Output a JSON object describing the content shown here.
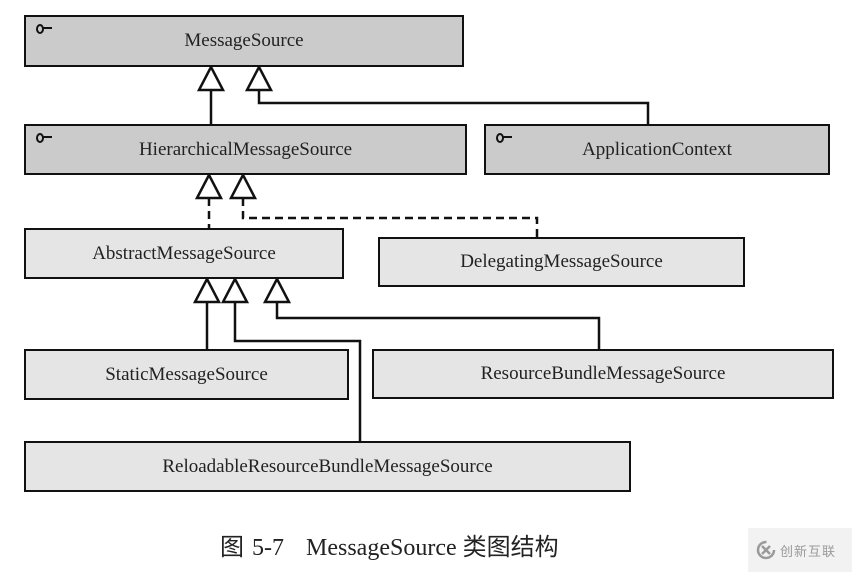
{
  "diagram": {
    "type": "uml-class-diagram",
    "nodes": [
      {
        "id": "MessageSource",
        "label": "MessageSource",
        "kind": "interface"
      },
      {
        "id": "HierarchicalMessageSource",
        "label": "HierarchicalMessageSource",
        "kind": "interface"
      },
      {
        "id": "ApplicationContext",
        "label": "ApplicationContext",
        "kind": "interface"
      },
      {
        "id": "AbstractMessageSource",
        "label": "AbstractMessageSource",
        "kind": "class"
      },
      {
        "id": "DelegatingMessageSource",
        "label": "DelegatingMessageSource",
        "kind": "class"
      },
      {
        "id": "StaticMessageSource",
        "label": "StaticMessageSource",
        "kind": "class"
      },
      {
        "id": "ResourceBundleMessageSource",
        "label": "ResourceBundleMessageSource",
        "kind": "class"
      },
      {
        "id": "ReloadableResourceBundleMessageSource",
        "label": "ReloadableResourceBundleMessageSource",
        "kind": "class"
      }
    ],
    "edges": [
      {
        "from": "HierarchicalMessageSource",
        "to": "MessageSource",
        "relation": "generalization",
        "style": "solid"
      },
      {
        "from": "ApplicationContext",
        "to": "MessageSource",
        "relation": "generalization",
        "style": "solid"
      },
      {
        "from": "AbstractMessageSource",
        "to": "HierarchicalMessageSource",
        "relation": "realization",
        "style": "dashed"
      },
      {
        "from": "DelegatingMessageSource",
        "to": "HierarchicalMessageSource",
        "relation": "realization",
        "style": "dashed"
      },
      {
        "from": "StaticMessageSource",
        "to": "AbstractMessageSource",
        "relation": "generalization",
        "style": "solid"
      },
      {
        "from": "ReloadableResourceBundleMessageSource",
        "to": "AbstractMessageSource",
        "relation": "generalization",
        "style": "solid"
      },
      {
        "from": "ResourceBundleMessageSource",
        "to": "AbstractMessageSource",
        "relation": "generalization",
        "style": "solid"
      }
    ],
    "interface_icon": "key-icon",
    "colors": {
      "interface_fill": "#cbcbcb",
      "class_fill": "#e5e5e5",
      "border": "#111111"
    }
  },
  "caption": {
    "prefix": "图",
    "number": "5-7",
    "text": "MessageSource 类图结构"
  },
  "watermark": {
    "logo_icon": "cx-logo-icon",
    "text": "创新互联"
  }
}
